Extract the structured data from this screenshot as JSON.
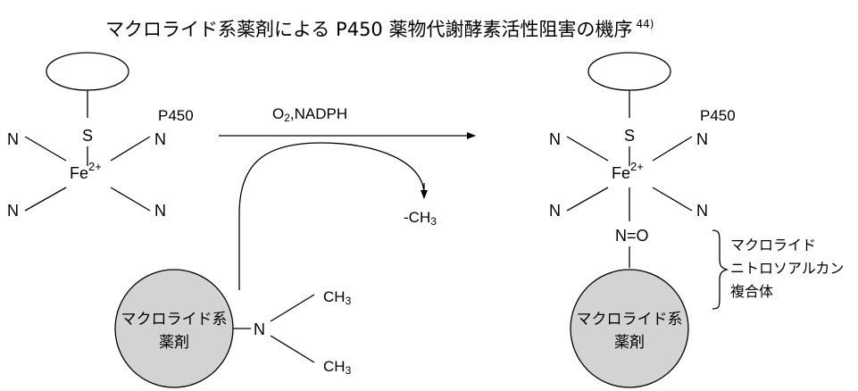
{
  "title": "マクロライド系薬剤による P450 薬物代謝酵素活性阻害の機序",
  "title_ref": "44)",
  "left_complex": {
    "enzyme_label": "P450",
    "sulfur": "S",
    "iron": "Fe",
    "iron_charge": "2+",
    "nitrogen": "N"
  },
  "reaction": {
    "reagent_o": "O",
    "reagent_sub": "2",
    "reagent_rest": ",NADPH",
    "byproduct_main": "-CH",
    "byproduct_sub": "3"
  },
  "drug": {
    "line1": "マクロライド系",
    "line2": "薬剤",
    "amine_n": "N",
    "methyl_main": "CH",
    "methyl_sub": "3"
  },
  "right_complex": {
    "enzyme_label": "P450",
    "sulfur": "S",
    "iron": "Fe",
    "iron_charge": "2+",
    "nitrogen": "N",
    "nitroso": "N=O",
    "drug_line1": "マクロライド系",
    "drug_line2": "薬剤",
    "complex_line1": "マクロライド",
    "complex_line2": "ニトロソアルカン",
    "complex_line3": "複合体"
  }
}
